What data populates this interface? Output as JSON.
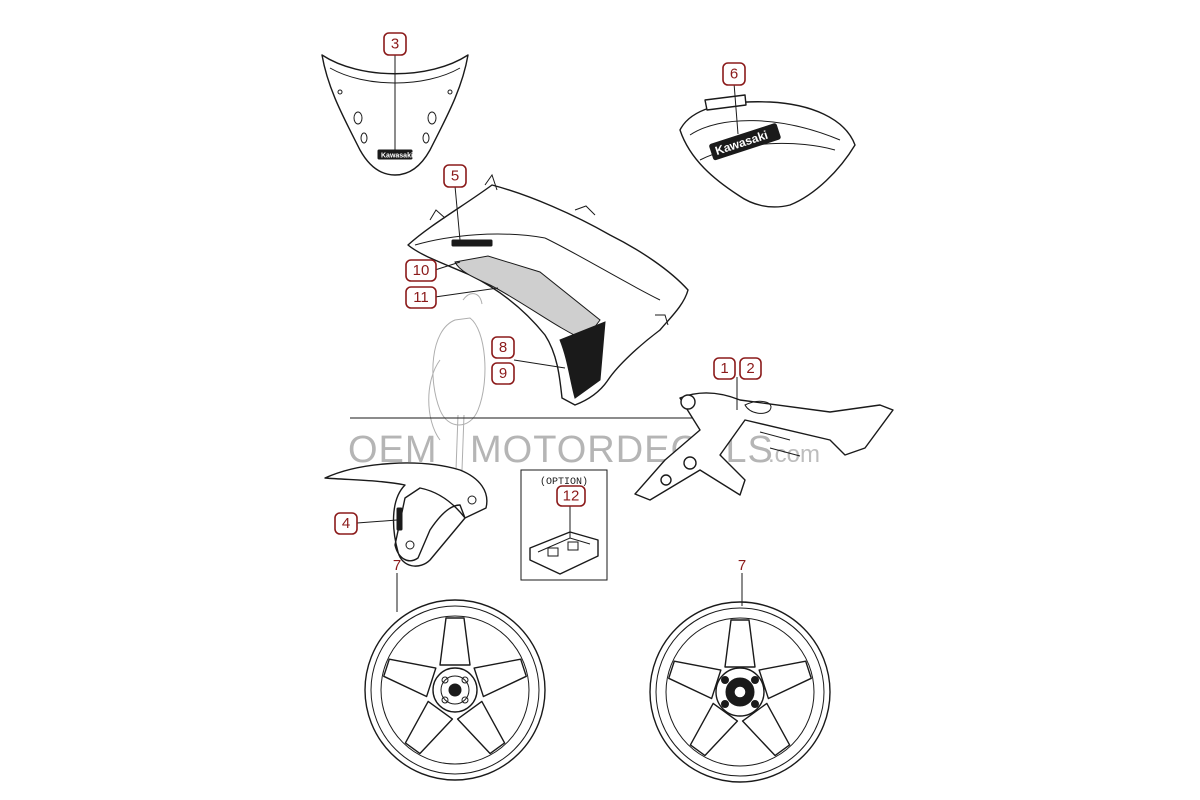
{
  "watermark": {
    "main": "OEM",
    "rest": "MOTORDECALS",
    "suffix": ".com",
    "color": "#b5b5b5"
  },
  "accent_color": "#8b1a1a",
  "decals": {
    "windscreen_logo": "Kawasaki",
    "seat_logo": "Kawasaki"
  },
  "option_label": "(OPTION)",
  "callouts": [
    {
      "id": "c3",
      "label": "3"
    },
    {
      "id": "c6",
      "label": "6"
    },
    {
      "id": "c5",
      "label": "5"
    },
    {
      "id": "c10",
      "label": "10"
    },
    {
      "id": "c11",
      "label": "11"
    },
    {
      "id": "c8",
      "label": "8"
    },
    {
      "id": "c9",
      "label": "9"
    },
    {
      "id": "c1",
      "label": "1"
    },
    {
      "id": "c2",
      "label": "2"
    },
    {
      "id": "c4",
      "label": "4"
    },
    {
      "id": "c12",
      "label": "12"
    }
  ],
  "wheel_labels": {
    "front": "7",
    "rear": "7"
  }
}
